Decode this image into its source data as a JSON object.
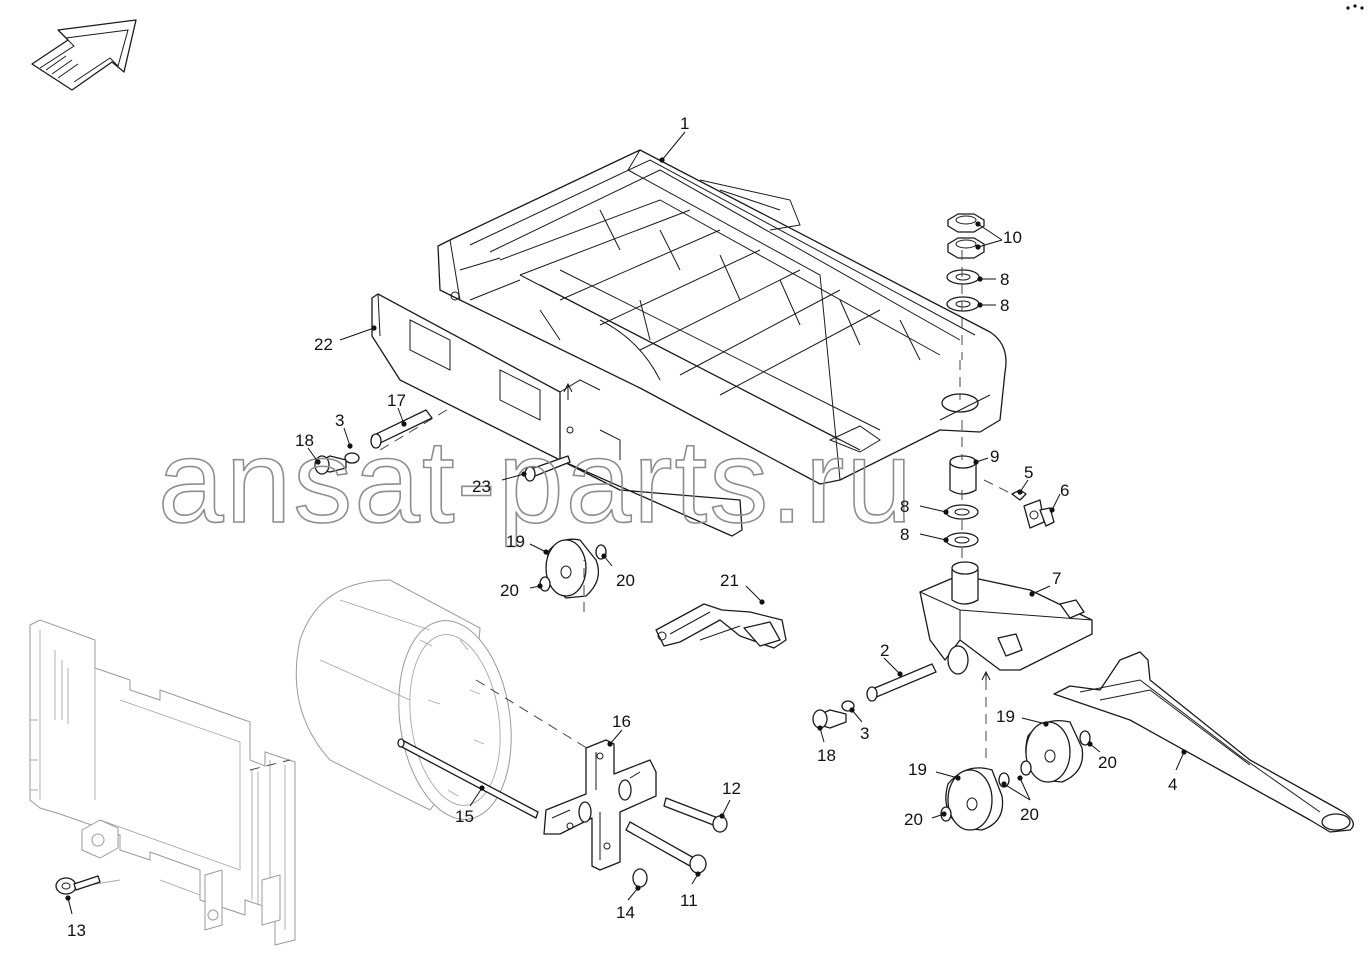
{
  "watermark": "ansat-parts.ru",
  "callouts": [
    {
      "id": "c1",
      "text": "1"
    },
    {
      "id": "c10",
      "text": "10"
    },
    {
      "id": "c8a",
      "text": "8"
    },
    {
      "id": "c8b",
      "text": "8"
    },
    {
      "id": "c22",
      "text": "22"
    },
    {
      "id": "c17",
      "text": "17"
    },
    {
      "id": "c3a",
      "text": "3"
    },
    {
      "id": "c18a",
      "text": "18"
    },
    {
      "id": "c9",
      "text": "9"
    },
    {
      "id": "c5",
      "text": "5"
    },
    {
      "id": "c6",
      "text": "6"
    },
    {
      "id": "c23",
      "text": "23"
    },
    {
      "id": "c8c",
      "text": "8"
    },
    {
      "id": "c8d",
      "text": "8"
    },
    {
      "id": "c19a",
      "text": "19"
    },
    {
      "id": "c20a",
      "text": "20"
    },
    {
      "id": "c20b",
      "text": "20"
    },
    {
      "id": "c21",
      "text": "21"
    },
    {
      "id": "c7",
      "text": "7"
    },
    {
      "id": "c2",
      "text": "2"
    },
    {
      "id": "c3b",
      "text": "3"
    },
    {
      "id": "c18b",
      "text": "18"
    },
    {
      "id": "c16",
      "text": "16"
    },
    {
      "id": "c19b",
      "text": "19"
    },
    {
      "id": "c20c",
      "text": "20"
    },
    {
      "id": "c4",
      "text": "4"
    },
    {
      "id": "c19c",
      "text": "19"
    },
    {
      "id": "c12",
      "text": "12"
    },
    {
      "id": "c20d",
      "text": "20"
    },
    {
      "id": "c20e",
      "text": "20"
    },
    {
      "id": "c15",
      "text": "15"
    },
    {
      "id": "c13",
      "text": "13"
    },
    {
      "id": "c14",
      "text": "14"
    },
    {
      "id": "c11",
      "text": "11"
    }
  ]
}
